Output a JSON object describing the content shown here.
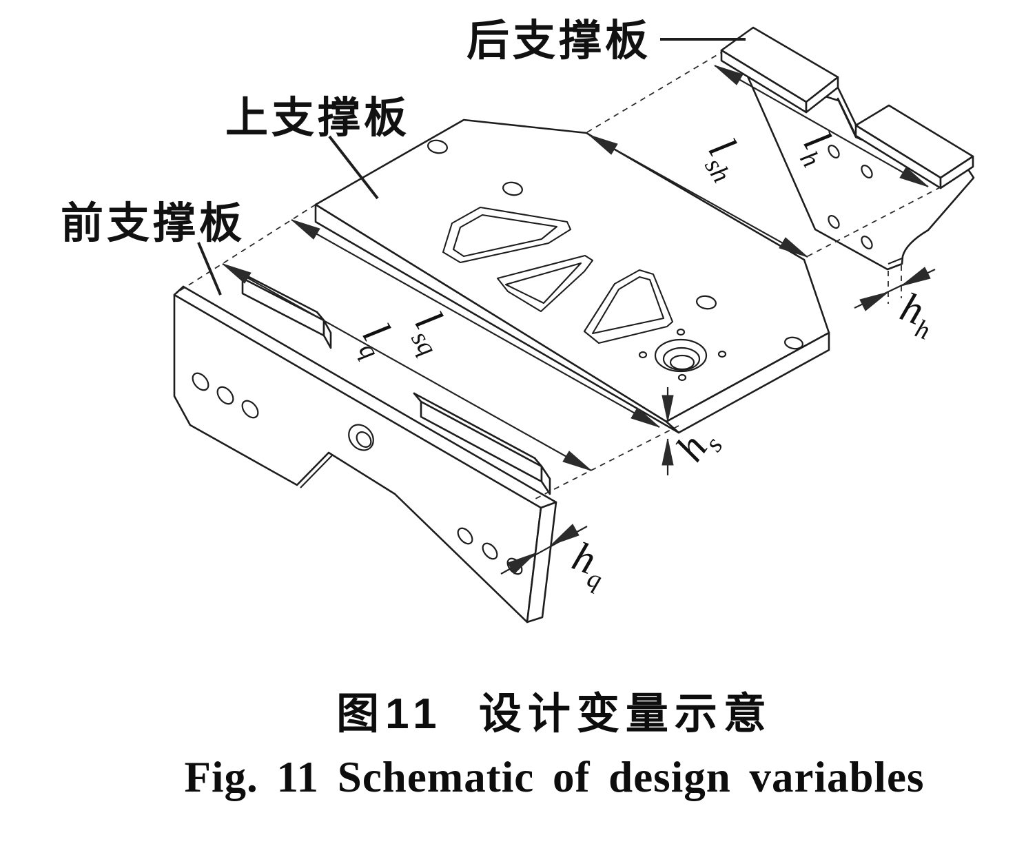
{
  "figure": {
    "part_labels": {
      "rear": "后支撑板",
      "upper": "上支撑板",
      "front": "前支撑板"
    },
    "dimensions": {
      "l_sh": {
        "symbol": "l",
        "sub": "sh"
      },
      "l_h": {
        "symbol": "l",
        "sub": "h"
      },
      "l_sq": {
        "symbol": "l",
        "sub": "sq"
      },
      "l_q": {
        "symbol": "l",
        "sub": "q"
      },
      "h_s": {
        "symbol": "h",
        "sub": "s"
      },
      "h_q": {
        "symbol": "h",
        "sub": "q"
      },
      "h_h": {
        "symbol": "h",
        "sub": "h"
      }
    },
    "line_color": "#1d1d1d",
    "background": "#ffffff"
  },
  "caption": {
    "zh": "图11  设计变量示意",
    "en": "Fig. 11  Schematic of design variables"
  }
}
